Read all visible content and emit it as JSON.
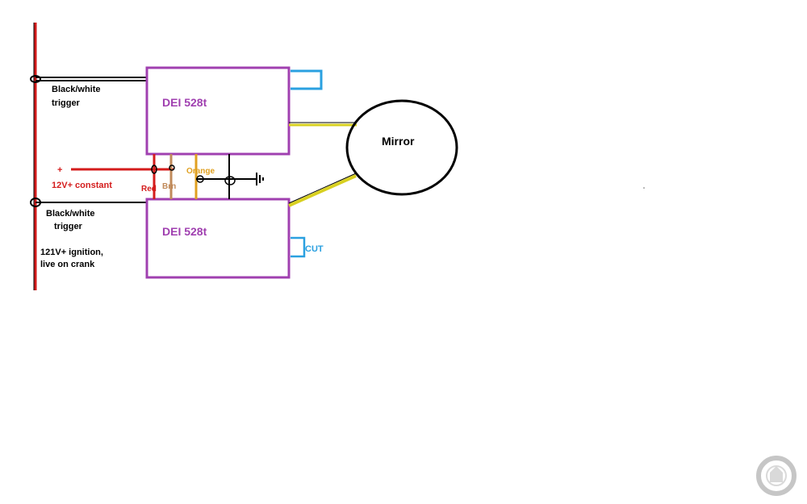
{
  "diagram": {
    "relay_top": {
      "label": "DEI 528t"
    },
    "relay_bottom": {
      "label": "DEI 528t"
    },
    "mirror": {
      "label": "Mirror"
    },
    "labels": {
      "trigger_top_line1": "Black/white",
      "trigger_top_line2": "trigger",
      "plus": "+",
      "constant": "12V+ constant",
      "red": "Red",
      "brown": "Brn",
      "orange": "Orange",
      "trigger_bottom_line1": "Black/white",
      "trigger_bottom_line2": "trigger",
      "ignition_line1": "121V+ ignition,",
      "ignition_line2": "live on crank",
      "cut": "CUT"
    },
    "colors": {
      "relay_outline": "#a040b0",
      "relay_text": "#a040b0",
      "power_wire": "#d41c1c",
      "brown_wire": "#c08a5a",
      "orange_wire": "#e0a020",
      "yellow_wire": "#d8d020",
      "blue_wire": "#2aa0e0",
      "black_wire": "#000000",
      "text_dark": "#000000",
      "text_red": "#d41c1c",
      "text_orange": "#e0a020",
      "text_blue": "#2aa0e0"
    },
    "icons": {
      "ground": "ground-symbol-icon",
      "watermark": "watermark-seal-icon"
    }
  }
}
